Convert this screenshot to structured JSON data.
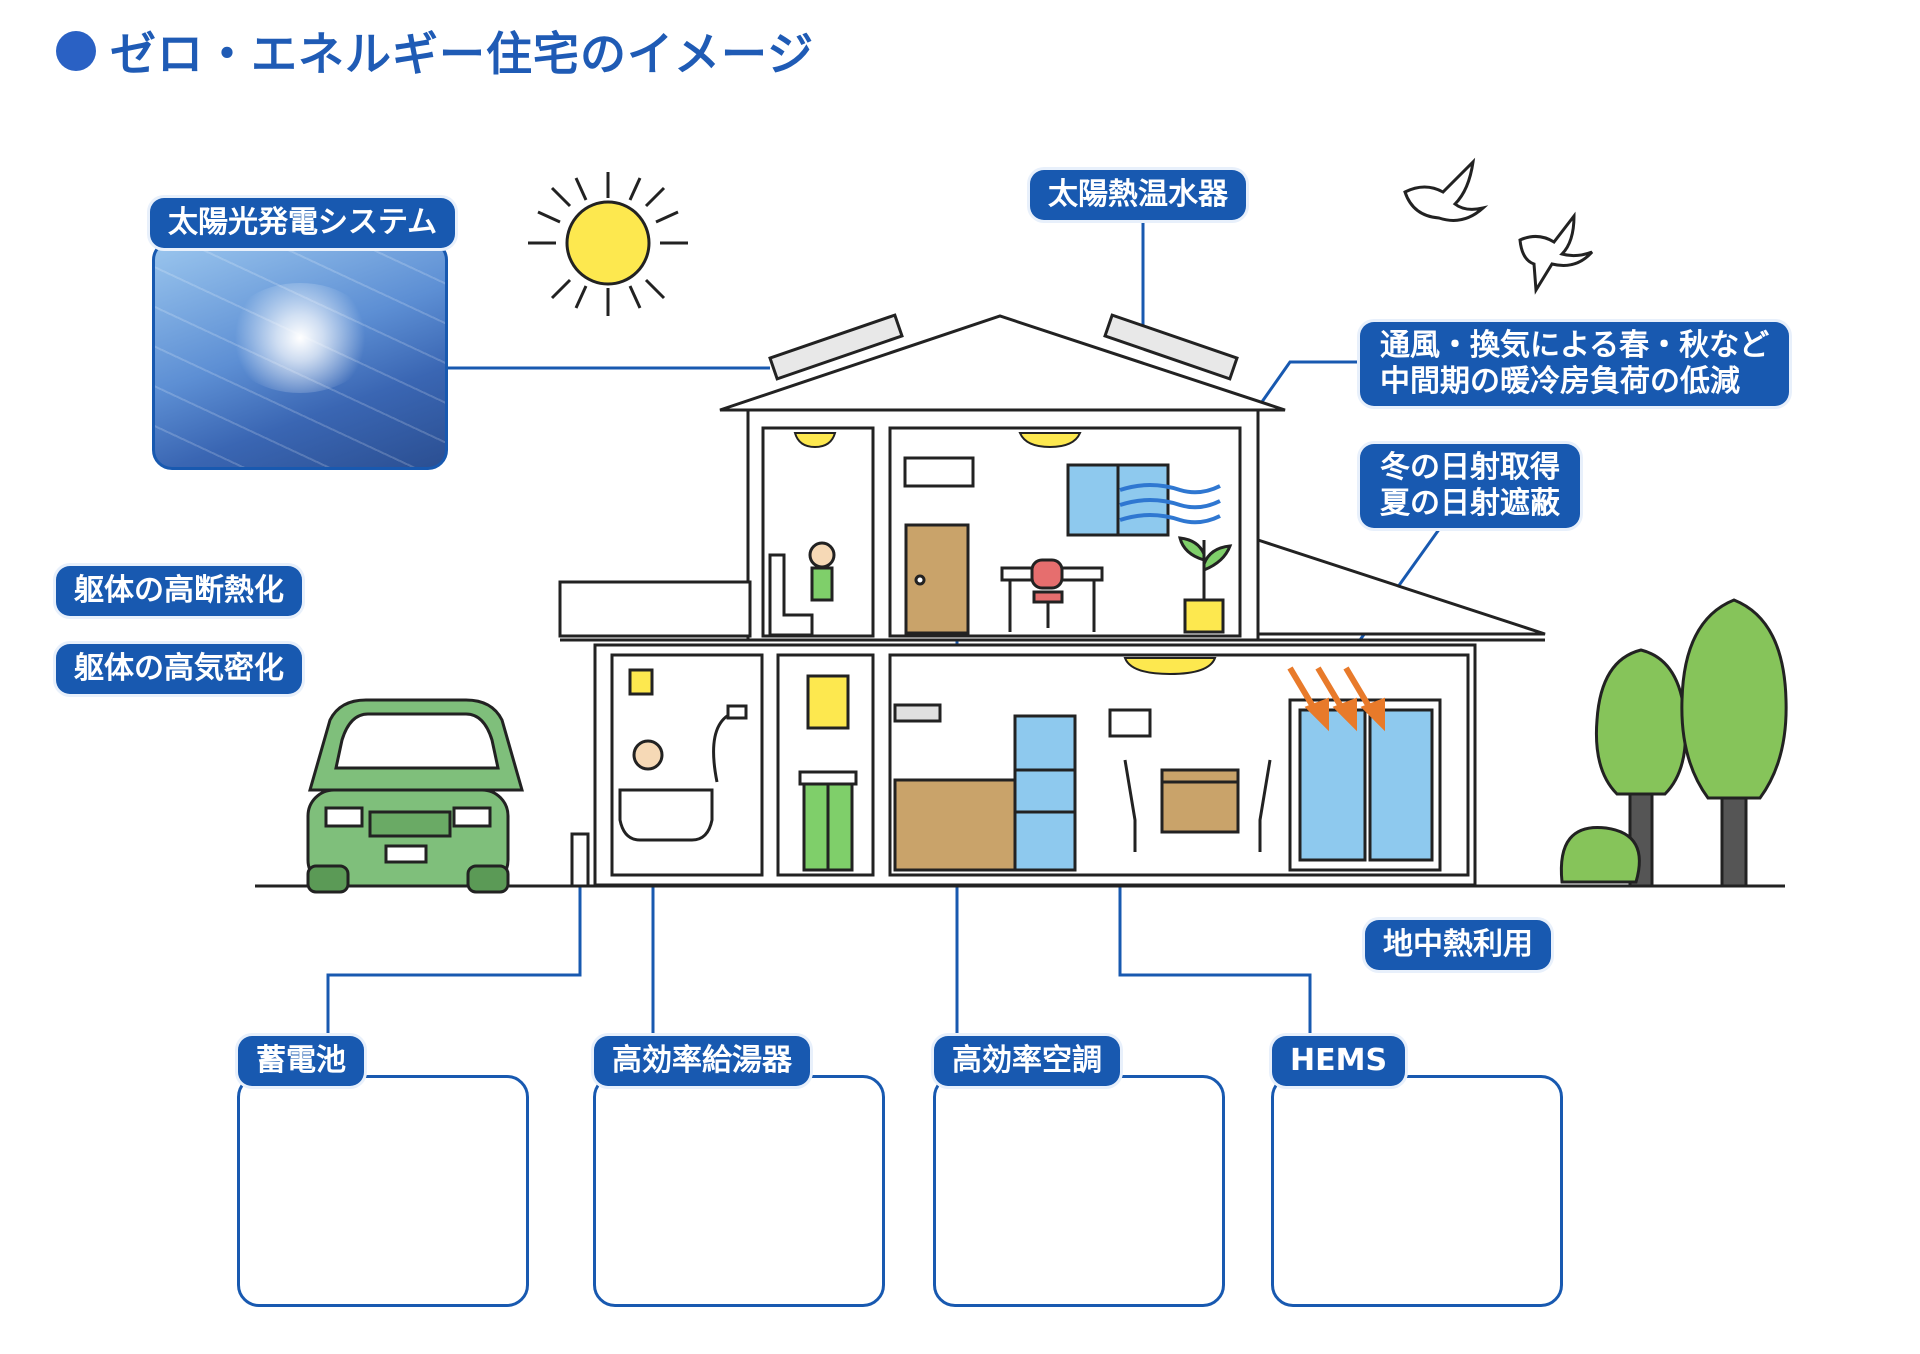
{
  "title": "ゼロ・エネルギー住宅のイメージ",
  "labels": {
    "solar_power": "太陽光発電システム",
    "solar_water_heater": "太陽熱温水器",
    "ventilation_line1": "通風・換気による春・秋など",
    "ventilation_line2": "中間期の暖冷房負荷の低減",
    "sunlight_line1": "冬の日射取得",
    "sunlight_line2": "夏の日射遮蔽",
    "insulation": "躯体の高断熱化",
    "airtight": "躯体の高気密化",
    "geothermal": "地中熱利用"
  },
  "products": [
    {
      "label": "蓄電池"
    },
    {
      "label": "高効率給湯器"
    },
    {
      "label": "高効率空調"
    },
    {
      "label": "HEMS"
    }
  ],
  "colors": {
    "label_bg": "#1859b0",
    "title": "#1f5bb5",
    "car": "#7fbf7b",
    "tree": "#86c45a",
    "sun": "#fde84f",
    "arrow": "#e87a2a",
    "window": "#8ec9ee"
  }
}
